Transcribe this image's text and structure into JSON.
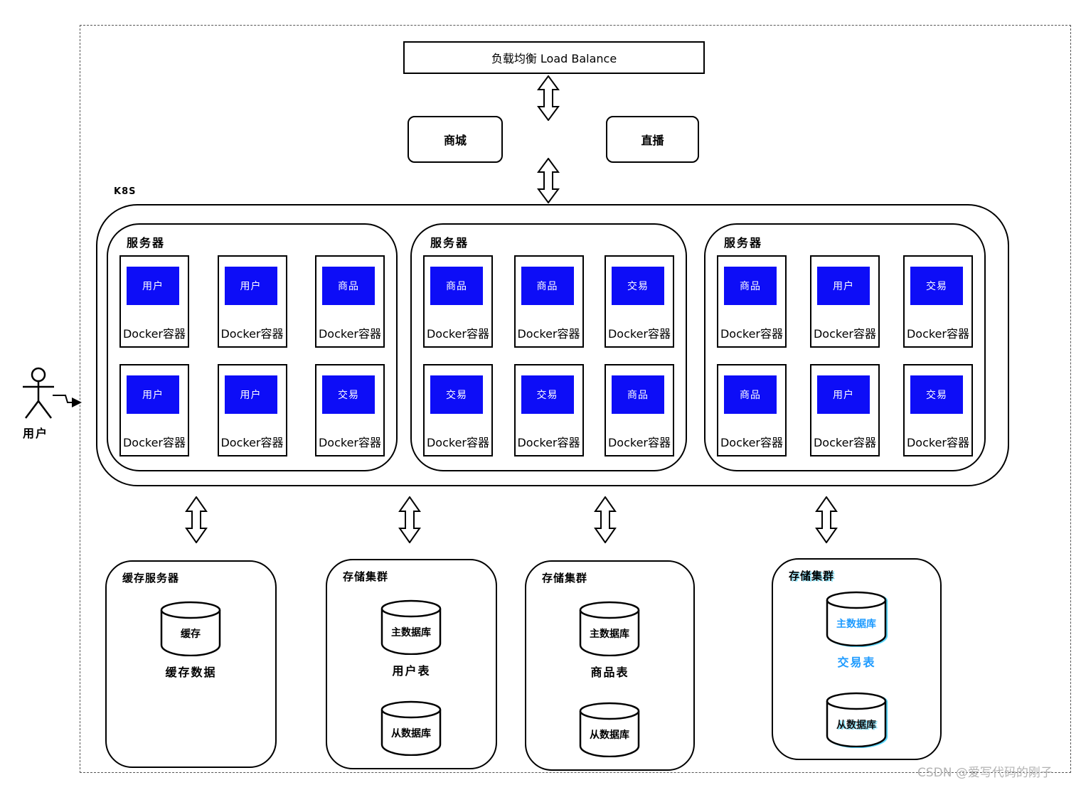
{
  "diagram": {
    "load_balance_label": "负载均衡 Load Balance",
    "mall_label": "商城",
    "live_label": "直播",
    "k8s_label": "K8S",
    "server_group_label": "服务器",
    "docker_label": "Docker容器",
    "groups": [
      {
        "containers": [
          "用户",
          "用户",
          "商品",
          "用户",
          "用户",
          "交易"
        ]
      },
      {
        "containers": [
          "商品",
          "商品",
          "交易",
          "交易",
          "交易",
          "商品"
        ]
      },
      {
        "containers": [
          "商品",
          "用户",
          "交易",
          "商品",
          "用户",
          "交易"
        ]
      }
    ],
    "actor_label": "用户",
    "cache": {
      "title": "缓存服务器",
      "cylinder": "缓存",
      "caption": "缓存数据"
    },
    "clusters": [
      {
        "title": "存储集群",
        "master": "主数据库",
        "caption": "用户表",
        "slave": "从数据库"
      },
      {
        "title": "存储集群",
        "master": "主数据库",
        "caption": "商品表",
        "slave": "从数据库"
      },
      {
        "title": "存储集群",
        "master": "主数据库",
        "caption": "交易表",
        "slave": "从数据库"
      }
    ],
    "watermark": "CSDN @爱写代码的刚子",
    "colors": {
      "container_blue": "#0d0df7",
      "accent_blue": "#1e9bff",
      "watermark_gray": "#b3b3b3"
    }
  }
}
